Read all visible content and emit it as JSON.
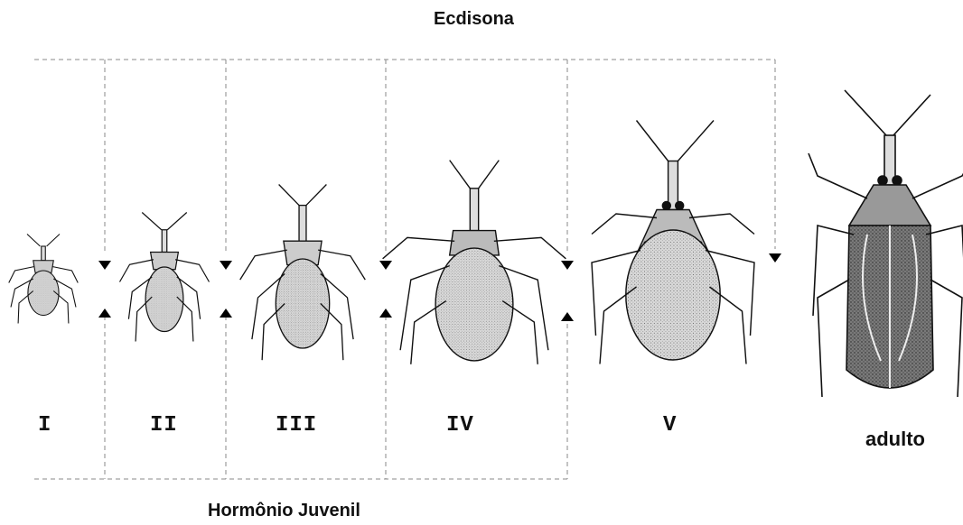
{
  "diagram": {
    "top_hormone_label": "Ecdisona",
    "bottom_hormone_label": "Hormônio Juvenil",
    "stages": [
      {
        "label": "I"
      },
      {
        "label": "II"
      },
      {
        "label": "III"
      },
      {
        "label": "IV"
      },
      {
        "label": "V"
      }
    ],
    "adult_label": "adulto"
  }
}
